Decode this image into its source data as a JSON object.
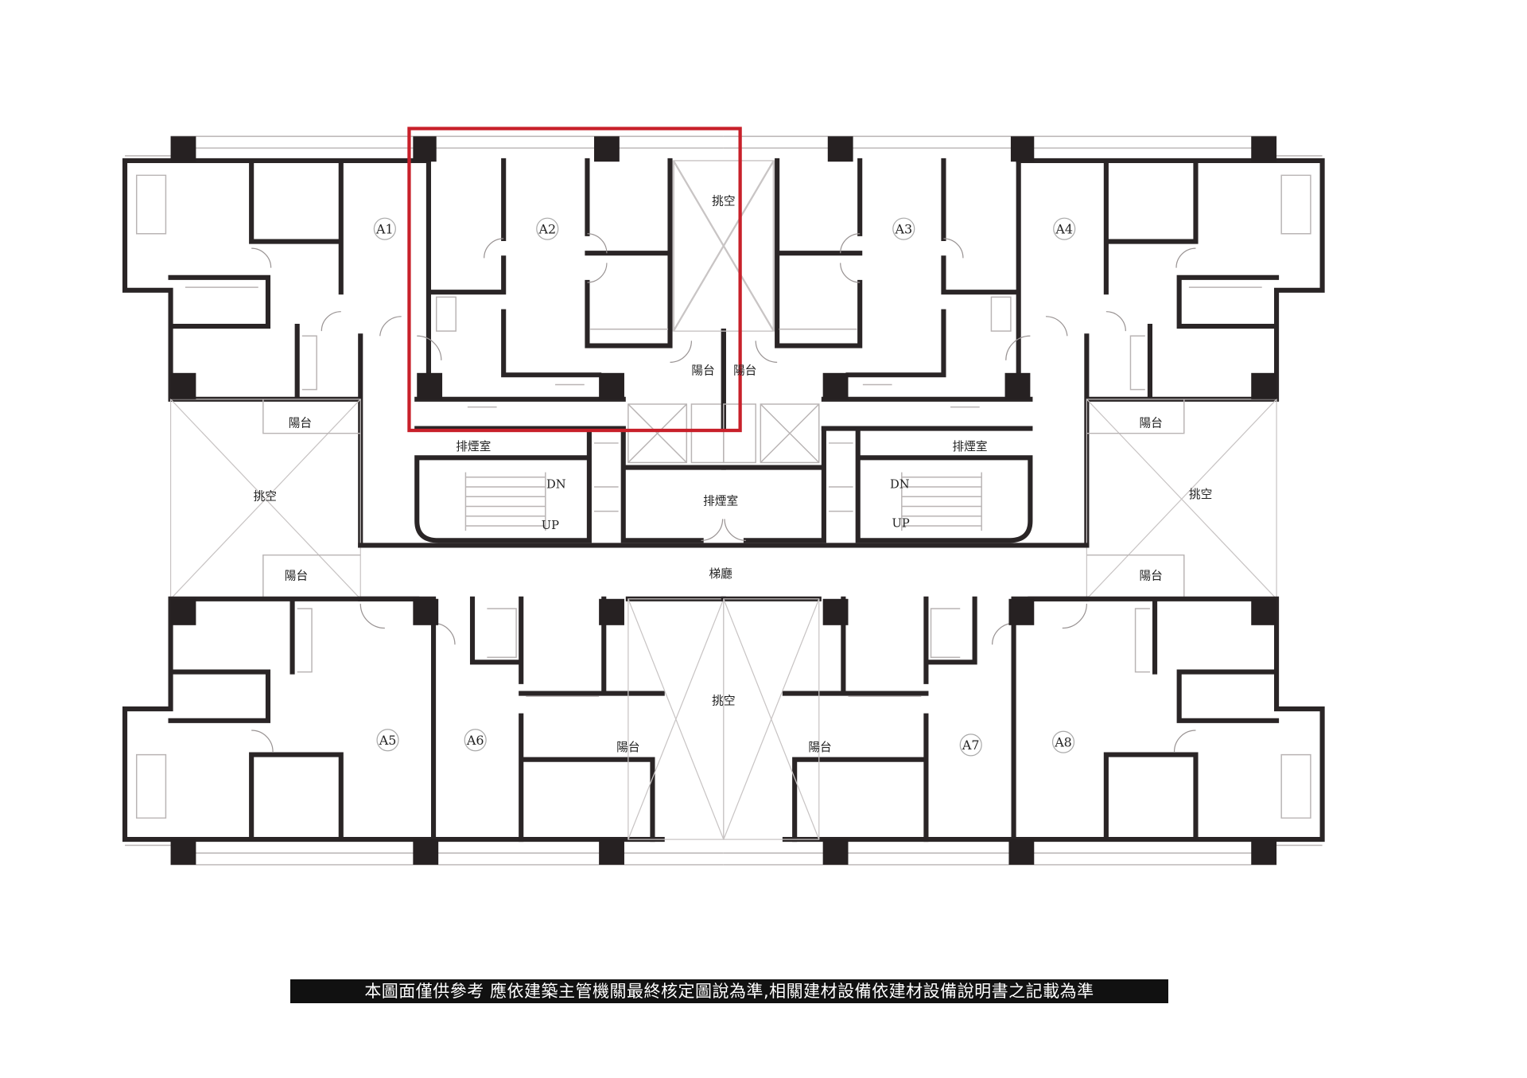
{
  "plan": {
    "units": [
      "A1",
      "A2",
      "A3",
      "A4",
      "A5",
      "A6",
      "A7",
      "A8"
    ],
    "void_label": "挑空",
    "balcony_label": "陽台",
    "smoke_room_label": "排煙室",
    "lobby_label": "梯廳",
    "stair_down": "DN",
    "stair_up": "UP",
    "highlight_unit": "A2",
    "highlight_color": "#c8202a"
  },
  "disclaimer": "本圖面僅供參考  應依建築主管機關最終核定圖說為準,相關建材設備依建材設備說明書之記載為準"
}
